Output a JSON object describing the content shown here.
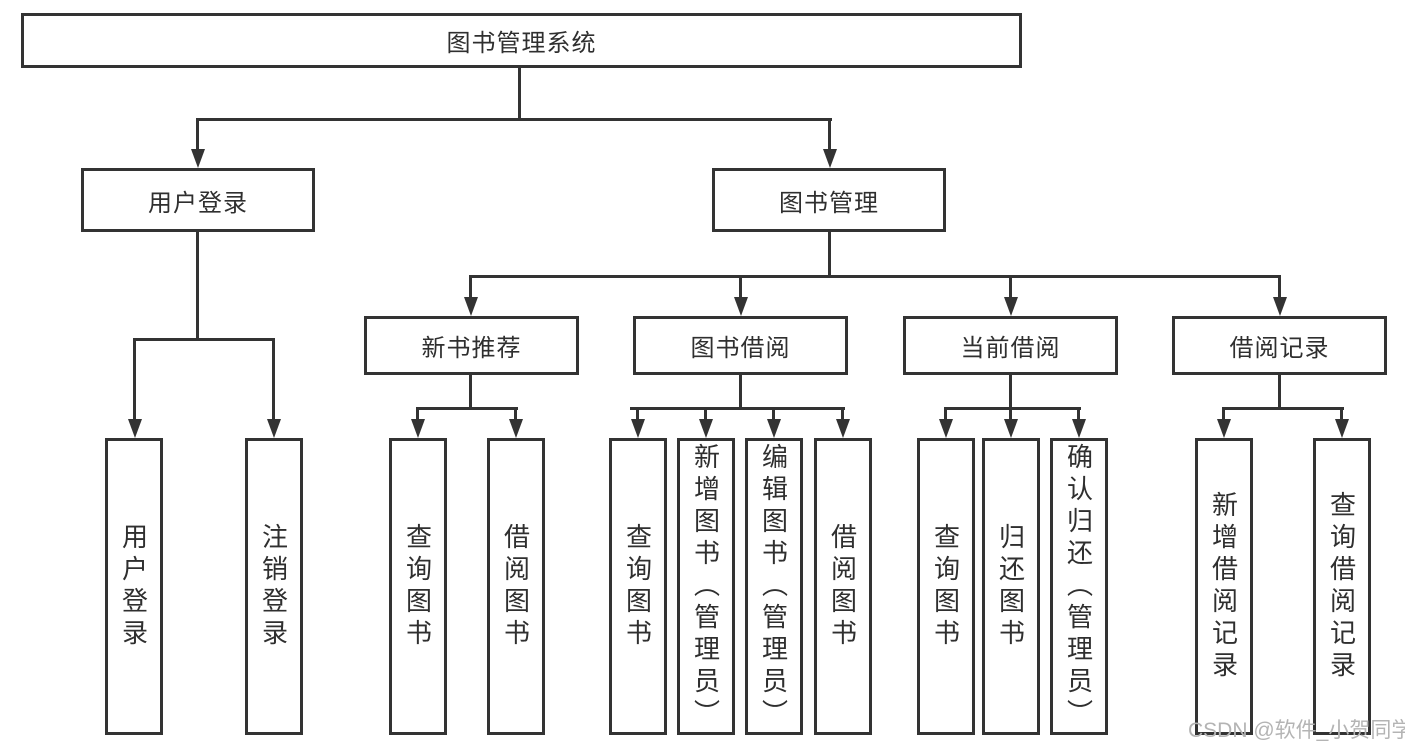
{
  "diagram": {
    "root": "图书管理系统",
    "login": {
      "label": "用户登录",
      "leaves": [
        "用户登录",
        "注销登录"
      ]
    },
    "manage": {
      "label": "图书管理",
      "groups": [
        {
          "label": "新书推荐",
          "leaves": [
            "查询图书",
            "借阅图书"
          ]
        },
        {
          "label": "图书借阅",
          "leaves": [
            "查询图书",
            "新增图书（管理员）",
            "编辑图书（管理员）",
            "借阅图书"
          ]
        },
        {
          "label": "当前借阅",
          "leaves": [
            "查询图书",
            "归还图书",
            "确认归还（管理员）"
          ]
        },
        {
          "label": "借阅记录",
          "leaves": [
            "新增借阅记录",
            "查询借阅记录"
          ]
        }
      ]
    }
  },
  "watermark": {
    "text": "CSDN @软件_小贺同学"
  },
  "colors": {
    "line": "#333333",
    "text": "#2f2f2f",
    "watermark": "#b4b4b4",
    "background": "#ffffff"
  }
}
